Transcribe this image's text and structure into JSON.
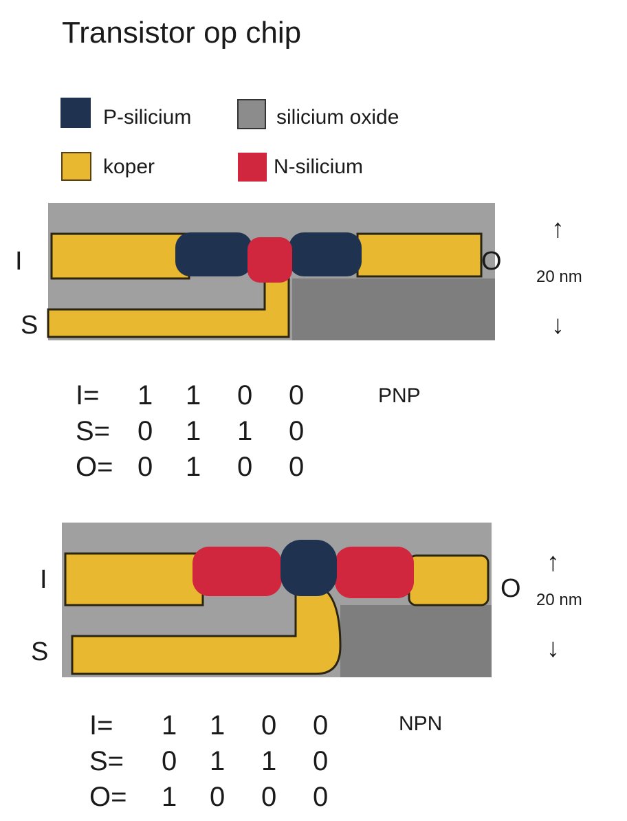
{
  "title": "Transistor op chip",
  "legend": [
    {
      "label": "P-silicium",
      "color": "#1f3350"
    },
    {
      "label": "silicium oxide",
      "color": "#8c8c8c"
    },
    {
      "label": "koper",
      "color": "#e8b830"
    },
    {
      "label": "N-silicium",
      "color": "#d0263e"
    }
  ],
  "colors": {
    "oxide": "#9a9a9a",
    "oxide_dark": "#7e7e7e",
    "copper": "#e8b830",
    "p_silicium": "#1f3350",
    "n_silicium": "#d0263e"
  },
  "diagrams": [
    {
      "type": "PNP",
      "input_label": "I",
      "output_label": "O",
      "switch_label": "S",
      "scale_label": "20 nm",
      "table": [
        {
          "label": "I=",
          "values": [
            "1",
            "1",
            "0",
            "0"
          ]
        },
        {
          "label": "S=",
          "values": [
            "0",
            "1",
            "1",
            "0"
          ]
        },
        {
          "label": "O=",
          "values": [
            "0",
            "1",
            "0",
            "0"
          ]
        }
      ]
    },
    {
      "type": "NPN",
      "input_label": "I",
      "output_label": "O",
      "switch_label": "S",
      "scale_label": "20 nm",
      "table": [
        {
          "label": "I=",
          "values": [
            "1",
            "1",
            "0",
            "0"
          ]
        },
        {
          "label": "S=",
          "values": [
            "0",
            "1",
            "1",
            "0"
          ]
        },
        {
          "label": "O=",
          "values": [
            "1",
            "0",
            "0",
            "0"
          ]
        }
      ]
    }
  ]
}
